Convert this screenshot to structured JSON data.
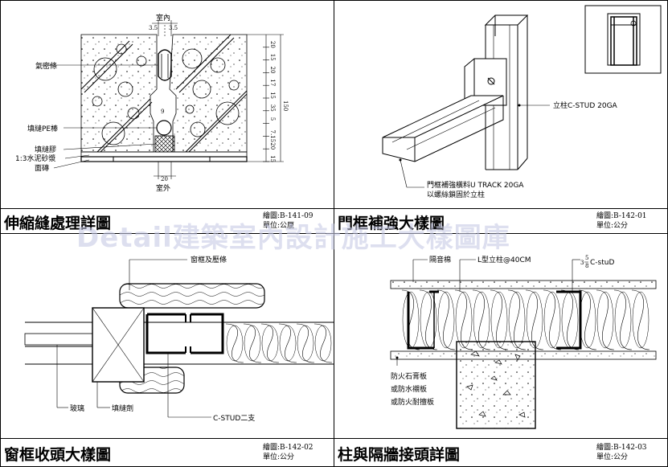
{
  "panels": {
    "expansion_joint": {
      "title": "伸縮縫處理詳圖",
      "drawing_no": "繪圖:B-141-09",
      "unit": "單位:公厘",
      "labels": {
        "top": "室內",
        "bottom": "室外",
        "left_top_dim_a": "3.5",
        "left_top_dim_b": "3.5",
        "airtight_strip": "氣密條",
        "pe_rod": "填縫PE棒",
        "sealant": "填縫膠",
        "mortar": "1:3水泥砂漿",
        "tile": "面磚",
        "gap_dim": "9",
        "bottom_dim": "20"
      },
      "dims_right": [
        "20",
        "15",
        "20",
        "17",
        "15",
        "35",
        "5",
        "7.15",
        "20",
        "15"
      ],
      "dim_total": "150"
    },
    "door_frame": {
      "title": "門框補強大樣圖",
      "drawing_no": "繪圖:B-142-01",
      "unit": "單位:公分",
      "labels": {
        "stud": "立柱C-STUD 20GA",
        "track_line1": "門框補強橫料U TRACK 20GA",
        "track_line2": "以螺絲鎖固於立柱"
      }
    },
    "window_frame": {
      "title": "窗框收頭大樣圖",
      "drawing_no": "繪圖:B-142-02",
      "unit": "單位:公分",
      "labels": {
        "frame": "窗框及壓條",
        "glass": "玻璃",
        "sealant": "填縫劑",
        "cstud": "C-STUD二支"
      }
    },
    "column_partition": {
      "title": "柱與隔牆接頭詳圖",
      "drawing_no": "繪圖:B-142-03",
      "unit": "單位:公分",
      "labels": {
        "insulation": "隔音棉",
        "lstud": "L型立柱@40CM",
        "cstud_a": "3",
        "cstud_b": "5",
        "cstud_c": "8",
        "cstud_suffix": "C-stuD",
        "board1": "防火石膏板",
        "board2": "或防水襯板",
        "board3": "或防火耐擅板"
      }
    }
  },
  "watermark": "Detail建築室內設計施工大樣圖庫"
}
